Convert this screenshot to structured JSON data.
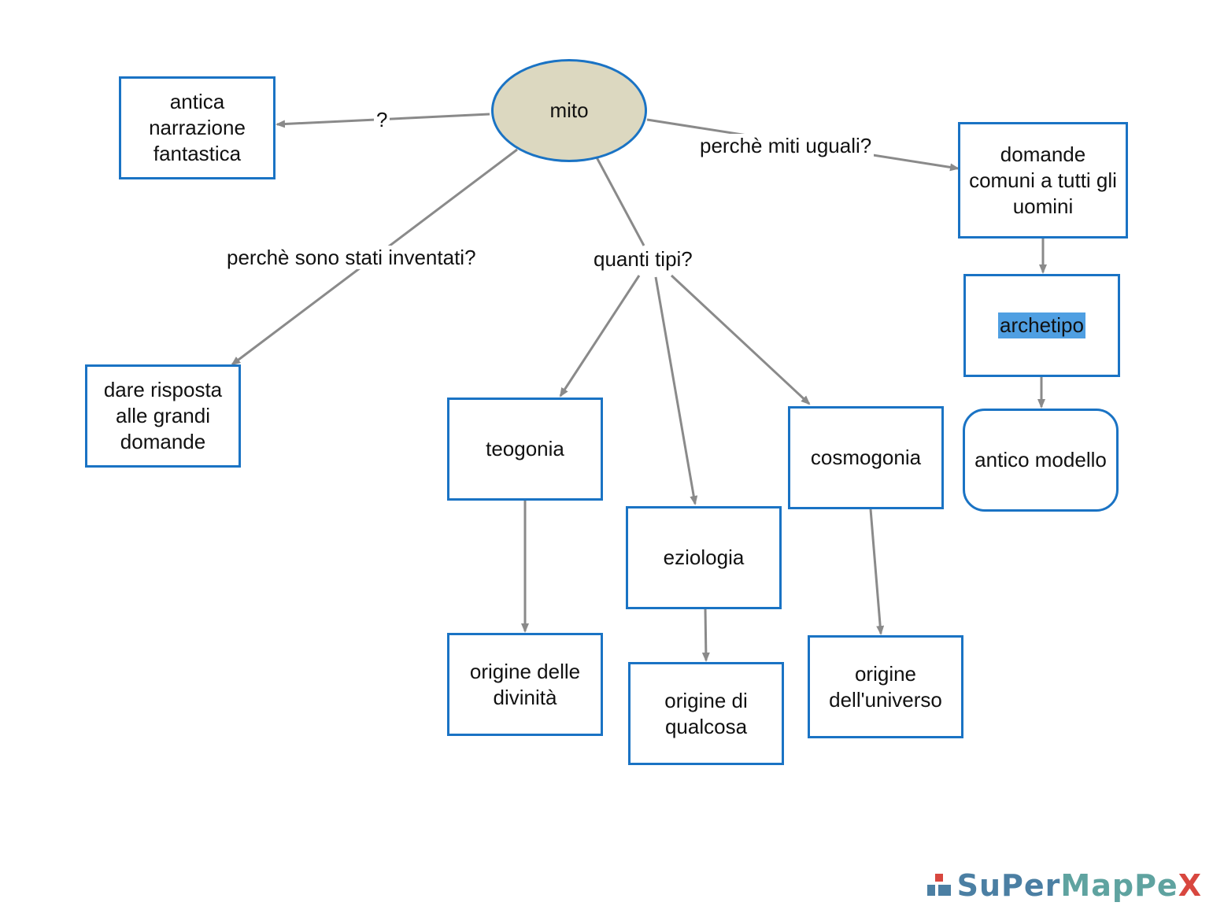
{
  "nodes": {
    "mito": "mito",
    "antica": "antica narrazione fantastica",
    "dare": "dare risposta alle grandi domande",
    "teogonia": "teogonia",
    "eziologia": "eziologia",
    "cosmogonia": "cosmogonia",
    "domande": "domande comuni a tutti gli uomini",
    "archetipo": "archetipo",
    "antico": "antico modello",
    "origine_divinita": "origine delle divinità",
    "origine_qualcosa": "origine di qualcosa",
    "origine_universo": "origine dell'universo"
  },
  "links": {
    "q": "?",
    "perche_inventati": "perchè sono stati inventati?",
    "quanti_tipi": "quanti tipi?",
    "perche_uguali": "perchè miti uguali?"
  },
  "logo": {
    "part1": "Su",
    "part2": "Per",
    "part3": "Map",
    "part4": "Pe",
    "part5": "X"
  },
  "colors": {
    "node_border": "#1a73c4",
    "center_fill": "#dcd8c0",
    "highlight": "#4f9fe2",
    "edge": "#8a8a8a"
  }
}
